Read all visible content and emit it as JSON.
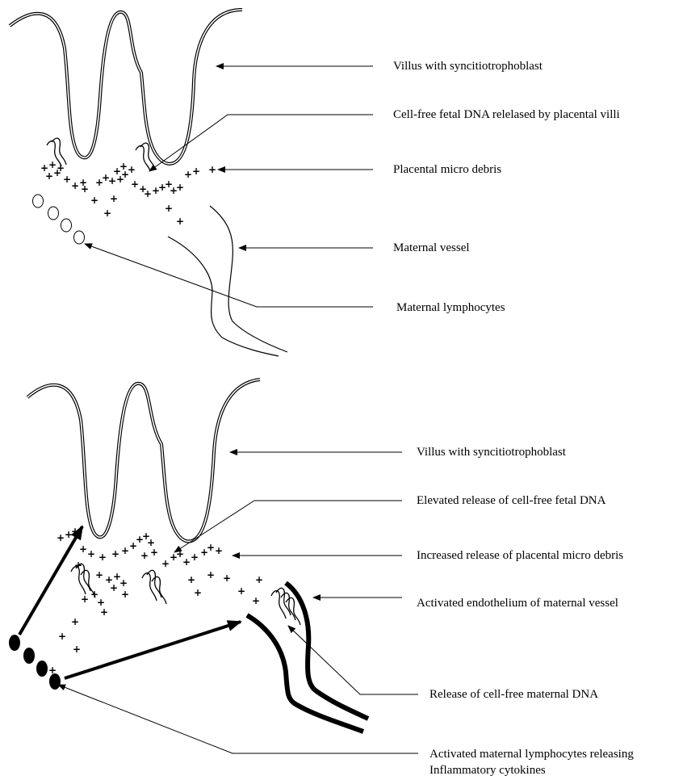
{
  "top_panel": {
    "labels": {
      "villus": "Villus with syncitiotrophoblast",
      "fetal_dna": "Cell-free fetal DNA relelased by placental villi",
      "micro_debris": "Placental micro debris",
      "vessel": "Maternal vessel",
      "lymphocytes": "Maternal lymphocytes"
    }
  },
  "bottom_panel": {
    "labels": {
      "villus": "Villus with syncitiotrophoblast",
      "fetal_dna": "Elevated release of cell-free fetal DNA",
      "micro_debris": "Increased release of placental micro debris",
      "endothelium": "Activated endothelium of maternal vessel",
      "maternal_dna": "Release of cell-free maternal DNA",
      "lymphocytes_line1": "Activated maternal lymphocytes releasing",
      "lymphocytes_line2": "Inflammatory cytokines"
    }
  }
}
